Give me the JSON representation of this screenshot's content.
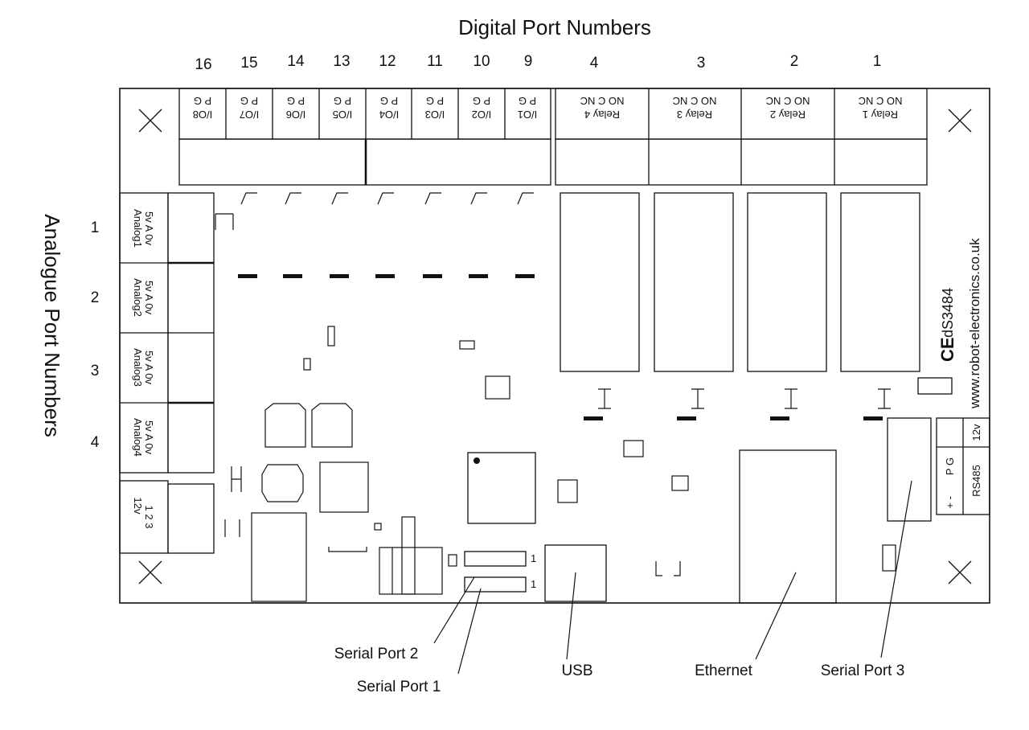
{
  "titles": {
    "digital": "Digital Port Numbers",
    "analogue": "Analogue Port Numbers"
  },
  "digital_ports": [
    "16",
    "15",
    "14",
    "13",
    "12",
    "11",
    "10",
    "9",
    "4",
    "3",
    "2",
    "1"
  ],
  "io_terminals": [
    {
      "name": "I/O8",
      "pins": "P G"
    },
    {
      "name": "I/O7",
      "pins": "P G"
    },
    {
      "name": "I/O6",
      "pins": "P G"
    },
    {
      "name": "I/O5",
      "pins": "P G"
    },
    {
      "name": "I/O4",
      "pins": "P G"
    },
    {
      "name": "I/O3",
      "pins": "P G"
    },
    {
      "name": "I/O2",
      "pins": "P G"
    },
    {
      "name": "I/O1",
      "pins": "P G"
    }
  ],
  "relays": [
    {
      "name": "Relay 4",
      "pins": "NO C NC"
    },
    {
      "name": "Relay 3",
      "pins": "NO C NC"
    },
    {
      "name": "Relay 2",
      "pins": "NO C NC"
    },
    {
      "name": "Relay 1",
      "pins": "NO C NC"
    }
  ],
  "analogue_ports": [
    "1",
    "2",
    "3",
    "4"
  ],
  "analog_terminals": [
    {
      "pins": "5v A 0v",
      "name": "Analog1"
    },
    {
      "pins": "5v A 0v",
      "name": "Analog2"
    },
    {
      "pins": "5v A 0v",
      "name": "Analog3"
    },
    {
      "pins": "5v A 0v",
      "name": "Analog4"
    }
  ],
  "power_terminal": {
    "pins": "1 2 3",
    "voltage": "12v"
  },
  "rs485": {
    "pins_top": "P G",
    "pins_bottom": "+ -",
    "voltage": "12v",
    "name": "RS485"
  },
  "board": {
    "model": "dS3484",
    "mark": "CE",
    "website": "www.robot-electronics.co.uk"
  },
  "connector_pin_one": "1",
  "callouts": {
    "serial_port_2": "Serial Port 2",
    "serial_port_1": "Serial Port 1",
    "usb": "USB",
    "ethernet": "Ethernet",
    "serial_port_3": "Serial Port 3"
  }
}
